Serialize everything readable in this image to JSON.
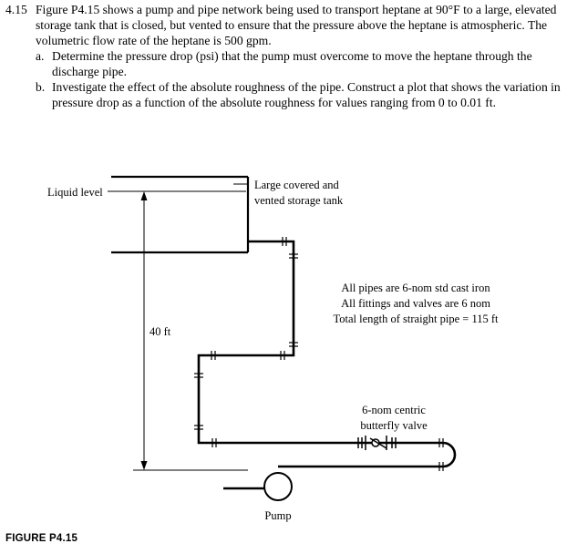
{
  "problem": {
    "number": "4.15",
    "statement": "Figure P4.15 shows a pump and pipe network being used to transport heptane at 90°F to a large, elevated storage tank that is closed, but vented to ensure that the pressure above the heptane is atmospheric. The volumetric flow rate of the heptane is 500 gpm.",
    "parts": [
      {
        "label": "a.",
        "text": "Determine the pressure drop (psi) that the pump must overcome to move the heptane through the discharge pipe."
      },
      {
        "label": "b.",
        "text": "Investigate the effect of the absolute roughness of the pipe. Construct a plot that shows the variation in pressure drop as a function of the absolute roughness for values ranging from 0 to 0.01 ft."
      }
    ]
  },
  "figure": {
    "liquid_level": "Liquid level",
    "tank_label_line1": "Large covered and",
    "tank_label_line2": "vented storage tank",
    "pipe_note_line1": "All pipes are 6-nom std cast iron",
    "pipe_note_line2": "All fittings and valves are 6 nom",
    "pipe_note_line3": "Total length of straight pipe = 115 ft",
    "height": "40 ft",
    "valve_line1": "6-nom centric",
    "valve_line2": "butterfly valve",
    "pump": "Pump"
  },
  "caption": "FIGURE P4.15"
}
